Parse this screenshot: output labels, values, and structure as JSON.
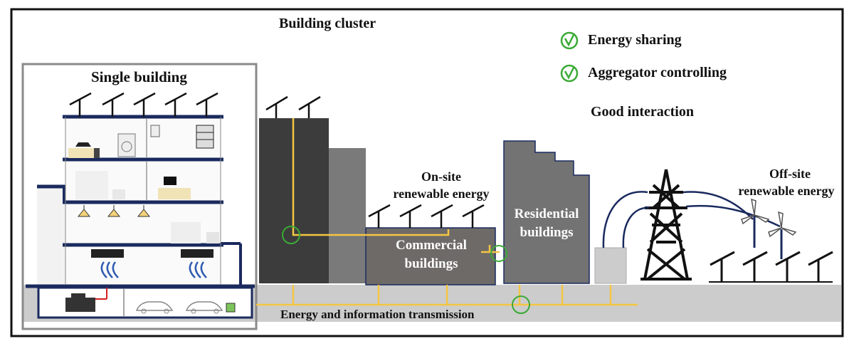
{
  "labels": {
    "building_cluster": "Building cluster",
    "single_building": "Single building",
    "onsite_line1": "On-site",
    "onsite_line2": "renewable energy",
    "offsite_line1": "Off-site",
    "offsite_line2": "renewable energy",
    "residential_line1": "Residential",
    "residential_line2": "buildings",
    "commercial_line1": "Commercial",
    "commercial_line2": "buildings",
    "transmission": "Energy and information transmission",
    "good_interaction": "Good interaction"
  },
  "legend": [
    {
      "icon": "check-circle-icon",
      "label": "Energy sharing"
    },
    {
      "icon": "check-circle-icon",
      "label": "Aggregator controlling"
    }
  ],
  "colors": {
    "frame": "#111111",
    "navy": "#1a2a5e",
    "dark_tower": "#3c3c3c",
    "mid_tower": "#7a7a7a",
    "commercial": "#6e6a67",
    "residential": "#737373",
    "ground": "#cccccc",
    "energy_line": "#f5c542",
    "check_green": "#3aaa35",
    "vent_blue": "#2f5bb0",
    "generator_red": "#d62020"
  }
}
